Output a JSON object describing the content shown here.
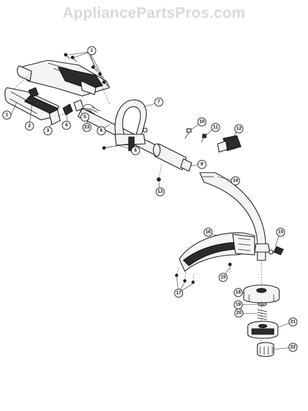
{
  "watermark": "AppliancePartsPros.com",
  "callouts": [
    {
      "id": "c1a",
      "label": "1"
    },
    {
      "id": "c1b",
      "label": "1"
    },
    {
      "id": "c2",
      "label": "2"
    },
    {
      "id": "c3",
      "label": "3"
    },
    {
      "id": "c4",
      "label": "4"
    },
    {
      "id": "c5",
      "label": "5"
    },
    {
      "id": "c6",
      "label": "6"
    },
    {
      "id": "c7",
      "label": "7"
    },
    {
      "id": "c8",
      "label": "8"
    },
    {
      "id": "c9",
      "label": "9"
    },
    {
      "id": "c10",
      "label": "10"
    },
    {
      "id": "c11",
      "label": "11"
    },
    {
      "id": "c12",
      "label": "12"
    },
    {
      "id": "c13",
      "label": "13"
    },
    {
      "id": "c14",
      "label": "14"
    },
    {
      "id": "c15a",
      "label": "15"
    },
    {
      "id": "c15b",
      "label": "15"
    },
    {
      "id": "c16",
      "label": "16"
    },
    {
      "id": "c17",
      "label": "17"
    },
    {
      "id": "c18",
      "label": "18"
    },
    {
      "id": "c19",
      "label": "19"
    },
    {
      "id": "c20",
      "label": "20"
    },
    {
      "id": "c21",
      "label": "21"
    },
    {
      "id": "c22",
      "label": "22"
    },
    {
      "id": "c23",
      "label": "23"
    }
  ]
}
